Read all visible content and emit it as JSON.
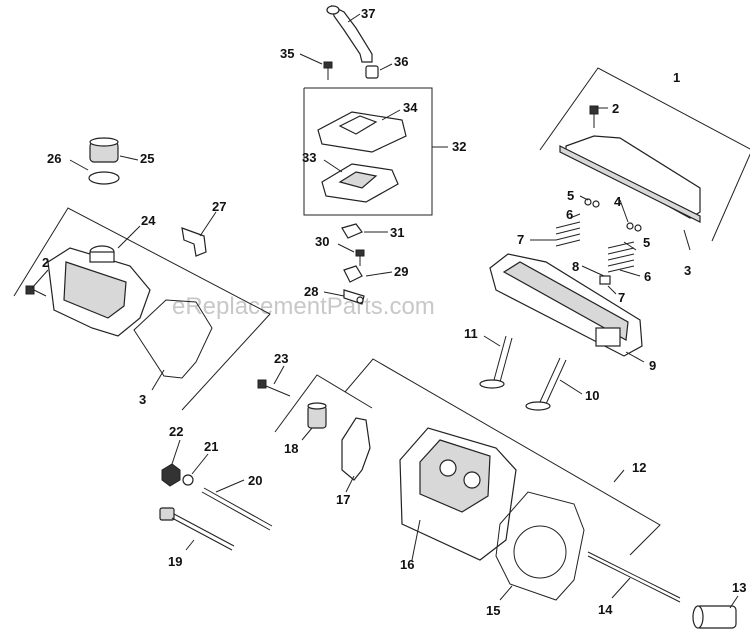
{
  "watermark": "eReplacementParts.com",
  "callouts": {
    "c1": "1",
    "c2a": "2",
    "c2b": "2",
    "c3a": "3",
    "c3b": "3",
    "c4": "4",
    "c5a": "5",
    "c5b": "5",
    "c6a": "6",
    "c6b": "6",
    "c7a": "7",
    "c7b": "7",
    "c8": "8",
    "c9": "9",
    "c10": "10",
    "c11": "11",
    "c12": "12",
    "c13": "13",
    "c14": "14",
    "c15": "15",
    "c16": "16",
    "c17": "17",
    "c18": "18",
    "c19": "19",
    "c20": "20",
    "c21": "21",
    "c22": "22",
    "c23": "23",
    "c24": "24",
    "c25": "25",
    "c26": "26",
    "c27": "27",
    "c28": "28",
    "c29": "29",
    "c30": "30",
    "c31": "31",
    "c32": "32",
    "c33": "33",
    "c34": "34",
    "c35": "35",
    "c36": "36",
    "c37": "37"
  }
}
